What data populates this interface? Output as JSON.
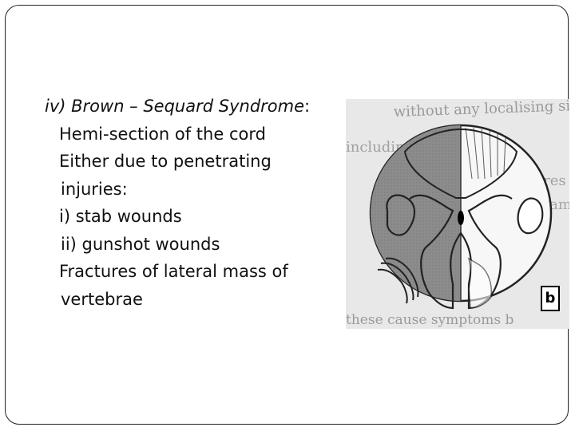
{
  "slide": {
    "title_italic": "iv) Brown – Sequard Syndrome",
    "title_suffix": ":",
    "bullet_glyph": "",
    "items": [
      {
        "text": "Hemi-section of the cord"
      },
      {
        "text": "Either due to penetrating",
        "cont": "injuries:"
      },
      {
        "text": "i) stab wounds"
      },
      {
        "text": "ii) gunshot wounds"
      },
      {
        "text": "Fractures of lateral mass of",
        "cont": "vertebrae"
      }
    ]
  },
  "figure": {
    "label": "b",
    "background_text": [
      "without any localising sig",
      "including ... drows",
      "...res",
      "...ame",
      "these cause symptoms b"
    ],
    "colors": {
      "hatched": "#8c8c8c",
      "plain": "#f5f5f5",
      "outline": "#222222",
      "paper": "#e6e6e6"
    }
  }
}
